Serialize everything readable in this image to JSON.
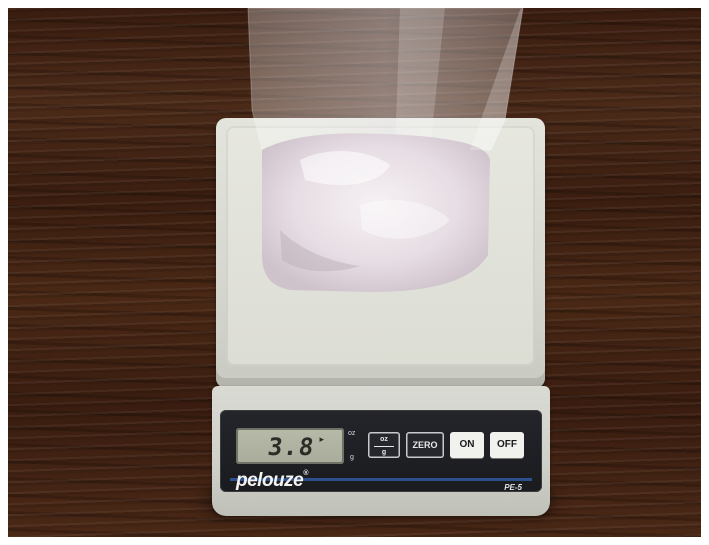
{
  "scale": {
    "brand": "pelouze",
    "brand_mark": "®",
    "model": "PE-5",
    "display": {
      "value": "3.8",
      "indicator": "▸"
    },
    "unit_labels": {
      "upper": "oz",
      "lower": "g"
    },
    "buttons": {
      "unit_toggle": {
        "top": "oz",
        "bottom": "g"
      },
      "zero": "ZERO",
      "on": "ON",
      "off": "OFF"
    }
  },
  "colors": {
    "table": "#3f2113",
    "scale_body": "#d9dad3",
    "panel": "#1f2024",
    "stripe": "#2d4f8c",
    "lcd": "#b1b4a3"
  }
}
